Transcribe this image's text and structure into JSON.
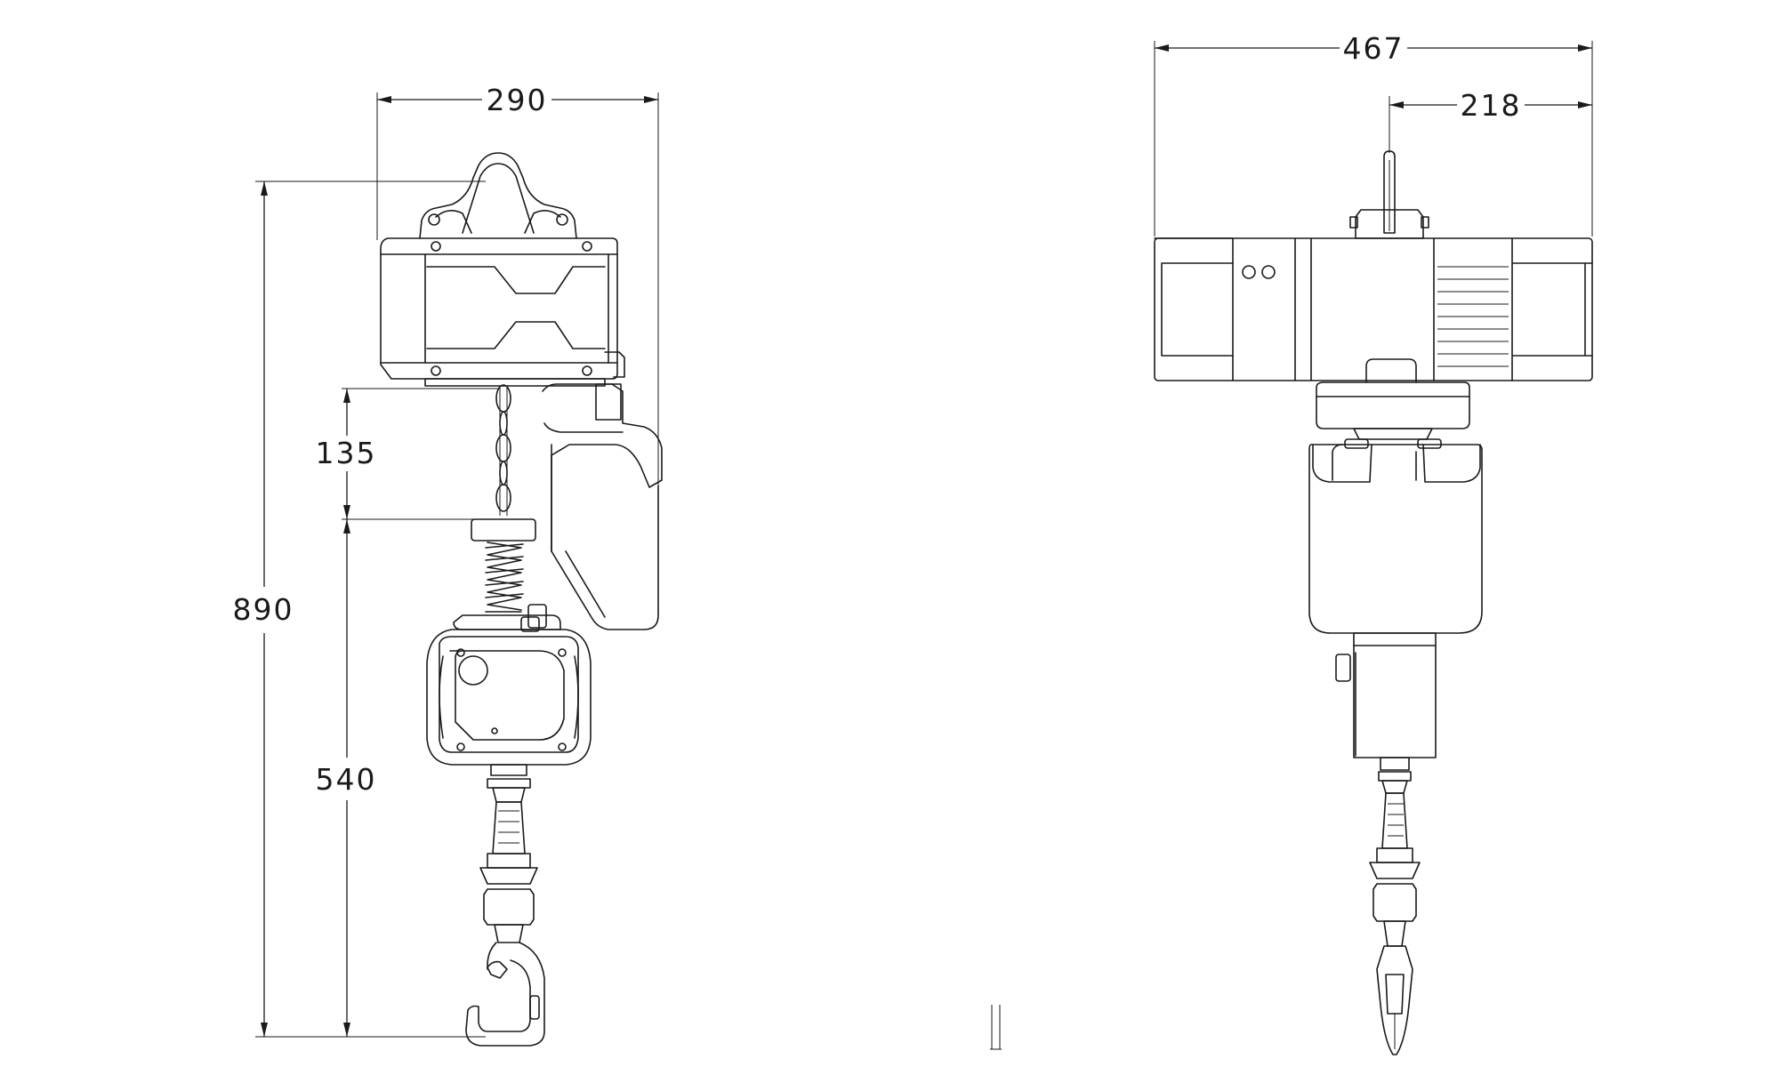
{
  "side_view": {
    "dim_width": "290",
    "dim_total_height": "890",
    "dim_chain_section": "135",
    "dim_lower_section": "540"
  },
  "front_view": {
    "dim_overall_width": "467",
    "dim_hook_offset": "218"
  }
}
